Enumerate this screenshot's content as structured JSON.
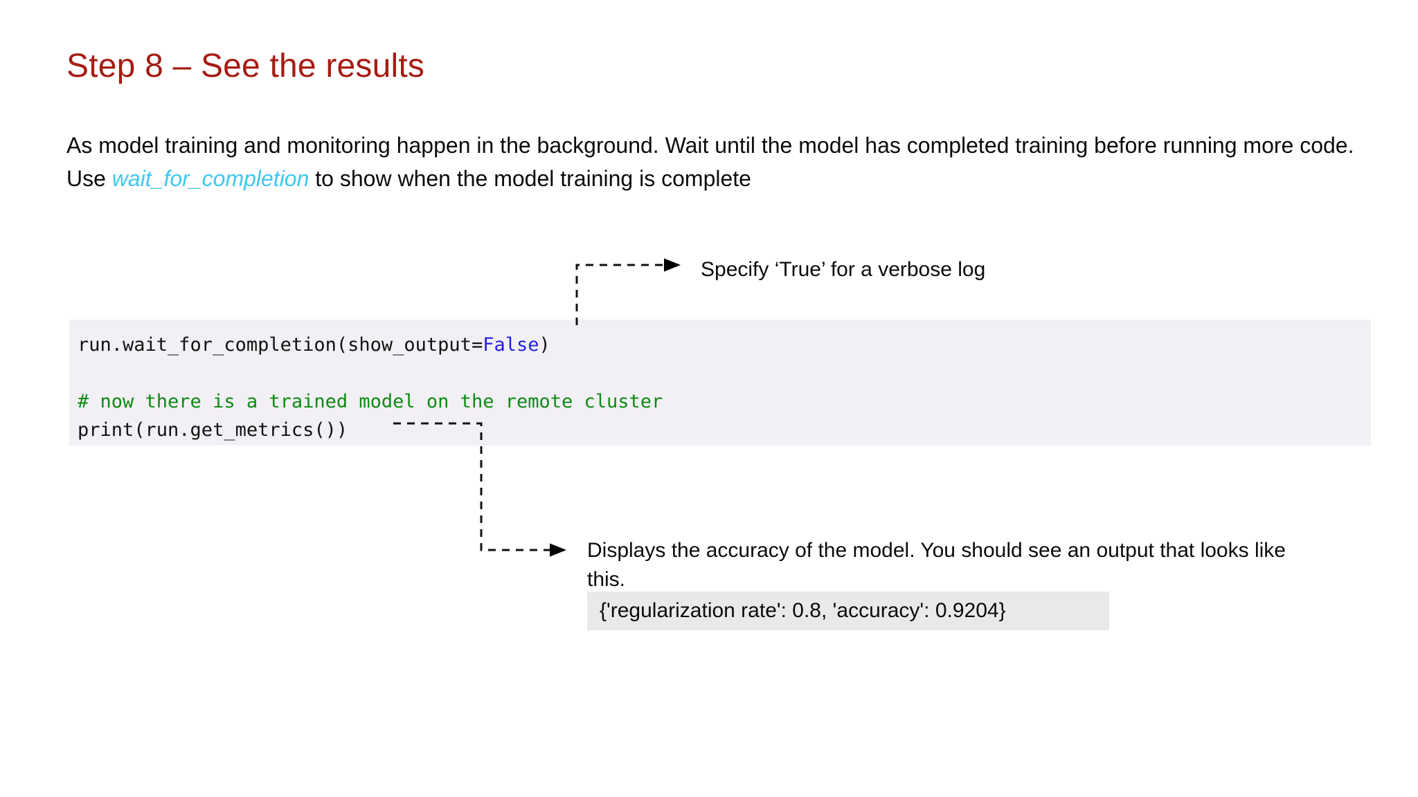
{
  "slide": {
    "title": "Step 8 – See the results",
    "title_color": "#A61C12",
    "background": "#ffffff"
  },
  "intro": {
    "text_before": "As model training and monitoring happen in the background. Wait until the model has completed training before running more code. Use ",
    "highlight_term": "wait_for_completion",
    "highlight_color": "#3EC8F0",
    "text_after": " to show when the model training is complete"
  },
  "code_block": {
    "background": "#f2f0f4",
    "lines": [
      {
        "prefix": "run.wait_for_completion(show_output=",
        "token": "False",
        "token_color": "#2222DD",
        "suffix": ")"
      },
      {
        "prefix": "",
        "token": "",
        "suffix": ""
      },
      {
        "comment": "# now there is a trained model on the remote cluster",
        "comment_color": "#0E8A14"
      },
      {
        "prefix": "print(run.get_metrics())",
        "token": "",
        "suffix": ""
      }
    ],
    "line1_before": "run.wait_for_completion(show_output=",
    "line1_token": "False",
    "line1_after": ")",
    "line3_comment": "# now there is a trained model on the remote cluster",
    "line4": "print(run.get_metrics())"
  },
  "annotations": {
    "top_callout": {
      "label": "Specify ‘True’ for a verbose log",
      "connector": "dashed-elbow-arrow"
    },
    "bottom_callout": {
      "label": "Displays the accuracy of the model. You should see an output that looks like this.",
      "connector": "dashed-elbow-arrow"
    }
  },
  "output_sample": {
    "text": "{'regularization rate': 0.8, 'accuracy': 0.9204}",
    "background": "#e9e9eb"
  }
}
